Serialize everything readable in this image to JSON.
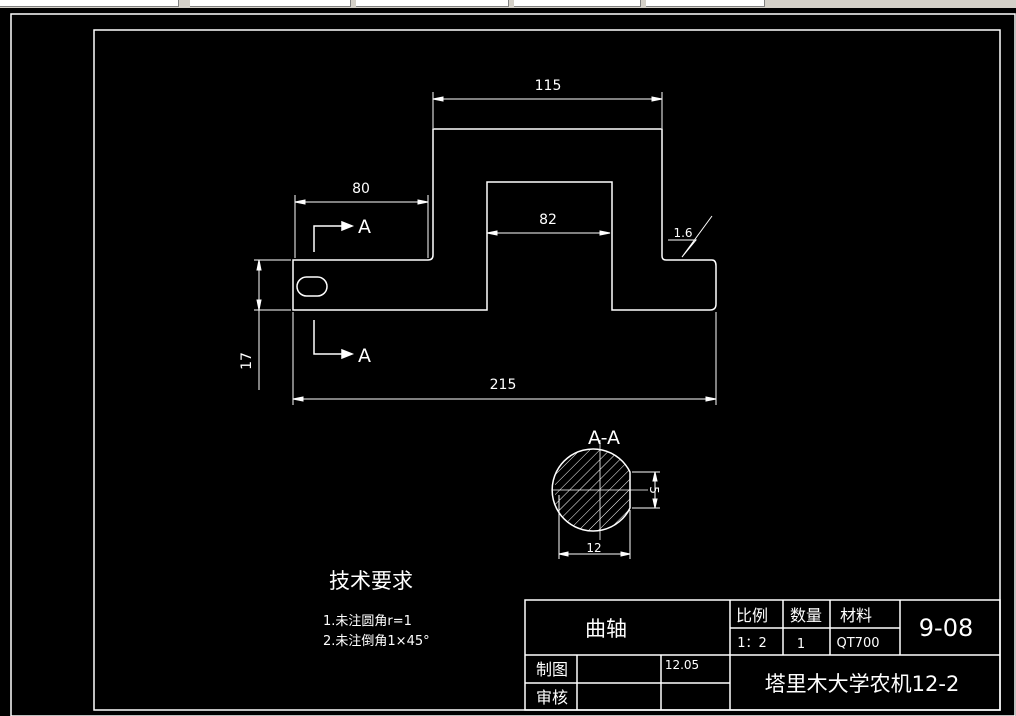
{
  "drawing": {
    "dims": {
      "top": "115",
      "left": "80",
      "middle": "82",
      "height": "17",
      "total": "215"
    },
    "roughness": "1.6",
    "section_marker": "A",
    "section_title": "A-A",
    "section_dims": {
      "width": "12",
      "flat": "5"
    }
  },
  "tech_requirements": {
    "title": "技术要求",
    "items": [
      "1.未注圆角r=1",
      "2.未注倒角1×45°"
    ]
  },
  "title_block": {
    "part_name": "曲轴",
    "scale_label": "比例",
    "qty_label": "数量",
    "material_label": "材料",
    "scale": "1：2",
    "qty": "1",
    "material": "QT700",
    "drawing_no": "9-08",
    "drawn_label": "制图",
    "drawn_date": "12.05",
    "check_label": "审核",
    "school": "塔里木大学农机12-2"
  },
  "colors": {
    "background": "#000000",
    "lines": "#ffffff"
  }
}
